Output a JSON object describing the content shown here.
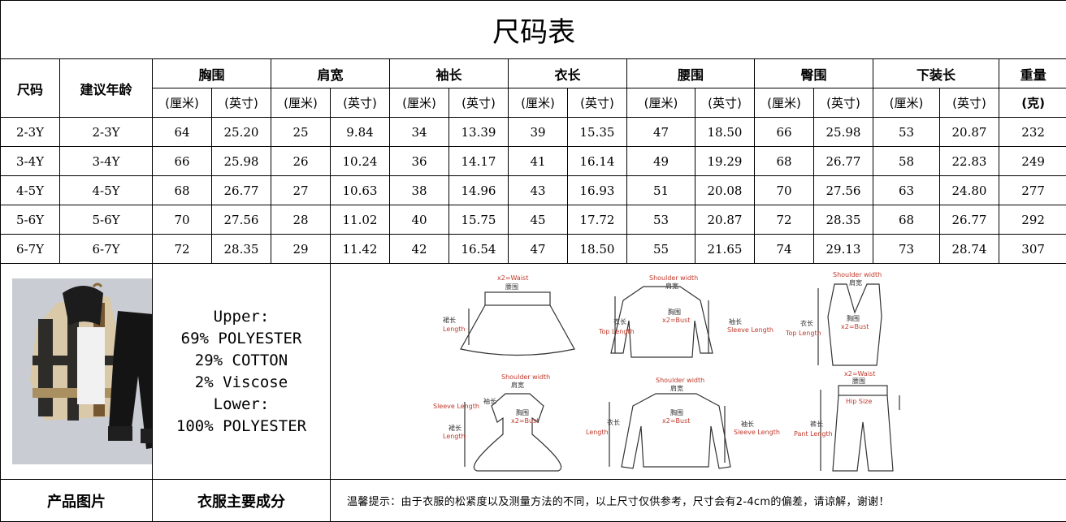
{
  "title": "尺码表",
  "headers": {
    "size": "尺码",
    "age": "建议年龄",
    "groups": [
      "胸围",
      "肩宽",
      "袖长",
      "衣长",
      "腰围",
      "臀围",
      "下装长"
    ],
    "weight": "重量",
    "unit_cm": "(厘米)",
    "unit_in": "(英寸)",
    "weight_unit": "(克)"
  },
  "rows": [
    {
      "size": "2-3Y",
      "age": "2-3Y",
      "vals": [
        "64",
        "25.20",
        "25",
        "9.84",
        "34",
        "13.39",
        "39",
        "15.35",
        "47",
        "18.50",
        "66",
        "25.98",
        "53",
        "20.87"
      ],
      "weight": "232"
    },
    {
      "size": "3-4Y",
      "age": "3-4Y",
      "vals": [
        "66",
        "25.98",
        "26",
        "10.24",
        "36",
        "14.17",
        "41",
        "16.14",
        "49",
        "19.29",
        "68",
        "26.77",
        "58",
        "22.83"
      ],
      "weight": "249"
    },
    {
      "size": "4-5Y",
      "age": "4-5Y",
      "vals": [
        "68",
        "26.77",
        "27",
        "10.63",
        "38",
        "14.96",
        "43",
        "16.93",
        "51",
        "20.08",
        "70",
        "27.56",
        "63",
        "24.80"
      ],
      "weight": "277"
    },
    {
      "size": "5-6Y",
      "age": "5-6Y",
      "vals": [
        "70",
        "27.56",
        "28",
        "11.02",
        "40",
        "15.75",
        "45",
        "17.72",
        "53",
        "20.87",
        "72",
        "28.35",
        "68",
        "26.77"
      ],
      "weight": "292"
    },
    {
      "size": "6-7Y",
      "age": "6-7Y",
      "vals": [
        "72",
        "28.35",
        "29",
        "11.42",
        "42",
        "16.54",
        "47",
        "18.50",
        "55",
        "21.65",
        "74",
        "29.13",
        "73",
        "28.74"
      ],
      "weight": "307"
    }
  ],
  "material": [
    "Upper:",
    "69% POLYESTER",
    "29% COTTON",
    "2% Viscose",
    "Lower:",
    "100% POLYESTER"
  ],
  "diagram_labels": {
    "skirt": {
      "top_en": "x2=Waist",
      "top_cn": "腰围",
      "side_cn": "裙长",
      "side_en": "Length"
    },
    "jacket": {
      "top_en": "Shoulder width",
      "top_cn": "肩宽",
      "mid_cn": "胸围",
      "mid_en": "x2=Bust",
      "left_cn": "衣长",
      "left_en": "Top Length",
      "right_cn": "袖长",
      "right_en": "Sleeve Length"
    },
    "vest": {
      "top_en": "Shoulder width",
      "top_cn": "肩宽",
      "mid_cn": "胸围",
      "mid_en": "x2=Bust",
      "left_cn": "衣长",
      "left_en": "Top Length"
    },
    "dress": {
      "top_en": "Shoulder width",
      "top_cn": "肩宽",
      "sleeve_en": "Sleeve Length",
      "sleeve_cn": "袖长",
      "mid_cn": "胸围",
      "mid_en": "x2=Bust",
      "left_cn": "裙长",
      "left_en": "Length"
    },
    "sweater": {
      "top_en": "Shoulder width",
      "top_cn": "肩宽",
      "mid_cn": "胸围",
      "mid_en": "x2=Bust",
      "left_cn": "衣长",
      "left_en": "Length",
      "right_cn": "袖长",
      "right_en": "Sleeve Length"
    },
    "pants": {
      "top_en": "x2=Waist",
      "top_cn": "腰围",
      "hip_en": "Hip Size",
      "side_cn": "裤长",
      "side_en": "Pant Length"
    }
  },
  "footer": {
    "photo_label": "产品图片",
    "material_label": "衣服主要成分",
    "note": "温馨提示：由于衣服的松紧度以及测量方法的不同，以上尺寸仅供参考，尺寸会有2-4cm的偏差，请谅解，谢谢！"
  },
  "colors": {
    "border": "#000000",
    "label_red": "#c0392b",
    "diagram_line": "#333333",
    "photo_bg": "#c9ccd2"
  }
}
